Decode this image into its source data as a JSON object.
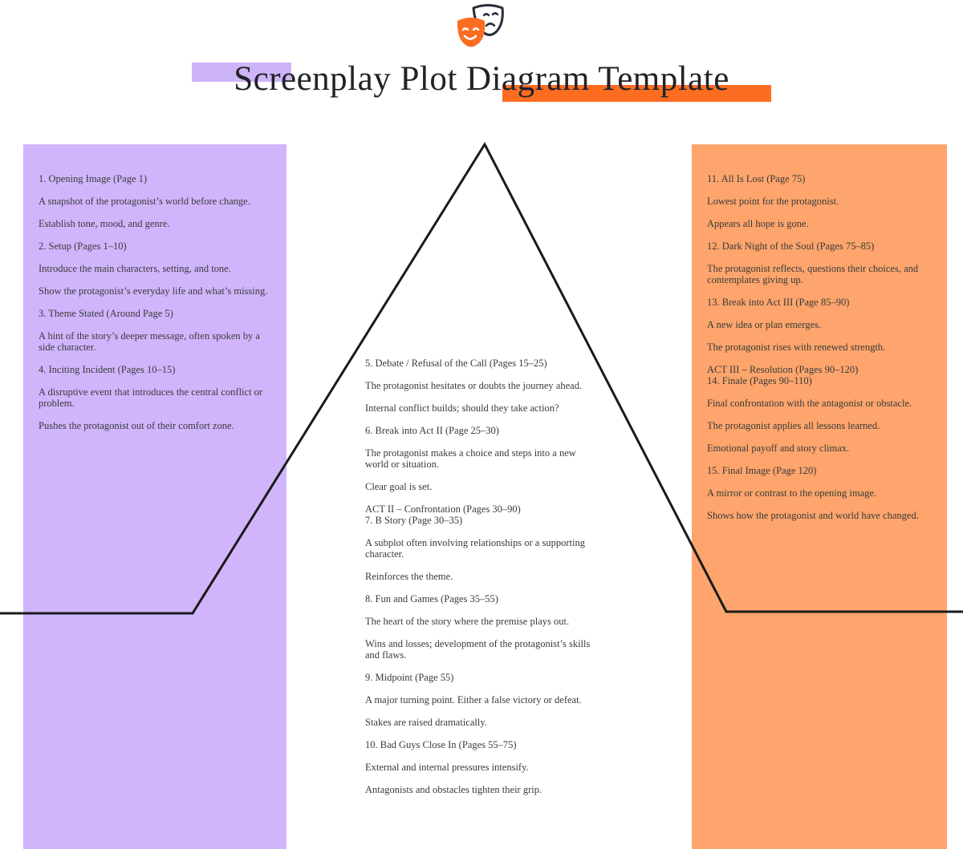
{
  "title": "Screenplay Plot Diagram Template",
  "logo_icon": "theater-masks-icon",
  "colors": {
    "purple_panel": "#d0b5fc",
    "orange_panel": "#fda56c",
    "title_highlight_purple": "#cdb4f7",
    "title_highlight_orange": "#fd6d21",
    "line": "#1a1a1a"
  },
  "left_column": [
    "1. Opening Image (Page 1)",
    "A snapshot of the protagonist’s world before change.",
    "Establish tone, mood, and genre.",
    "2. Setup (Pages 1–10)",
    "Introduce the main characters, setting, and tone.",
    "Show the protagonist’s everyday life and what’s missing.",
    "3. Theme Stated (Around Page 5)",
    "A hint of the story’s deeper message, often spoken by a side character.",
    "4. Inciting Incident (Pages 10–15)",
    "A disruptive event that introduces the central conflict or problem.",
    "Pushes the protagonist out of their comfort zone."
  ],
  "middle_column": [
    "5. Debate / Refusal of the Call (Pages 15–25)",
    "The protagonist hesitates or doubts the journey ahead.",
    "Internal conflict builds; should they take action?",
    "6. Break into Act II (Page 25–30)",
    "The protagonist makes a choice and steps into a new world or situation.",
    "Clear goal is set.",
    "ACT II – Confrontation (Pages 30–90)\n7. B Story (Page 30–35)",
    "A subplot often involving relationships or a supporting character.",
    "Reinforces the theme.",
    "8. Fun and Games (Pages 35–55)",
    "The heart of the story where the premise plays out.",
    "Wins and losses; development of the protagonist’s skills and flaws.",
    "9. Midpoint (Page 55)",
    "A major turning point. Either a false victory or defeat.",
    "Stakes are raised dramatically.",
    "10. Bad Guys Close In (Pages 55–75)",
    "External and internal pressures intensify.",
    "Antagonists and obstacles tighten their grip."
  ],
  "right_column": [
    "11. All Is Lost (Page 75)",
    "Lowest point for the protagonist.",
    "Appears all hope is gone.",
    "12. Dark Night of the Soul (Pages 75–85)",
    "The protagonist reflects, questions their choices, and contemplates giving up.",
    "13. Break into Act III (Page 85–90)",
    "A new idea or plan emerges.",
    "The protagonist rises with renewed strength.",
    "ACT III – Resolution (Pages 90–120)\n14. Finale (Pages 90–110)",
    "Final confrontation with the antagonist or obstacle.",
    "The protagonist applies all lessons learned.",
    "Emotional payoff and story climax.",
    "15. Final Image (Page 120)",
    "A mirror or contrast to the opening image.",
    "Shows how the protagonist and world have changed."
  ]
}
